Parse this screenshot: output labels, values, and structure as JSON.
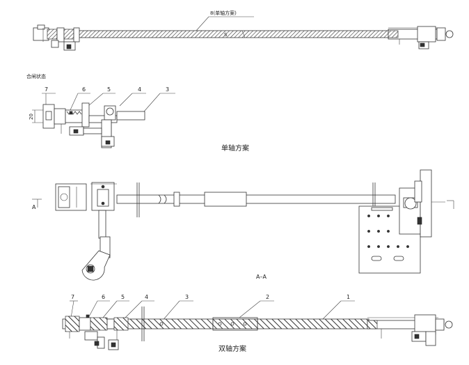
{
  "top_view": {
    "shaft_label": "8(单轴方案)",
    "mid_mark": "S"
  },
  "closed_state": {
    "title": "合闸状态",
    "dimension": "20",
    "callouts": [
      "7",
      "6",
      "5",
      "4",
      "3"
    ]
  },
  "single_axis_caption": "单轴方案",
  "section_view": {
    "left_marker": "A",
    "section_caption": "A–A"
  },
  "double_axis": {
    "callouts": [
      "7",
      "6",
      "5",
      "4",
      "3",
      "2",
      "1"
    ],
    "caption": "双轴方案"
  }
}
